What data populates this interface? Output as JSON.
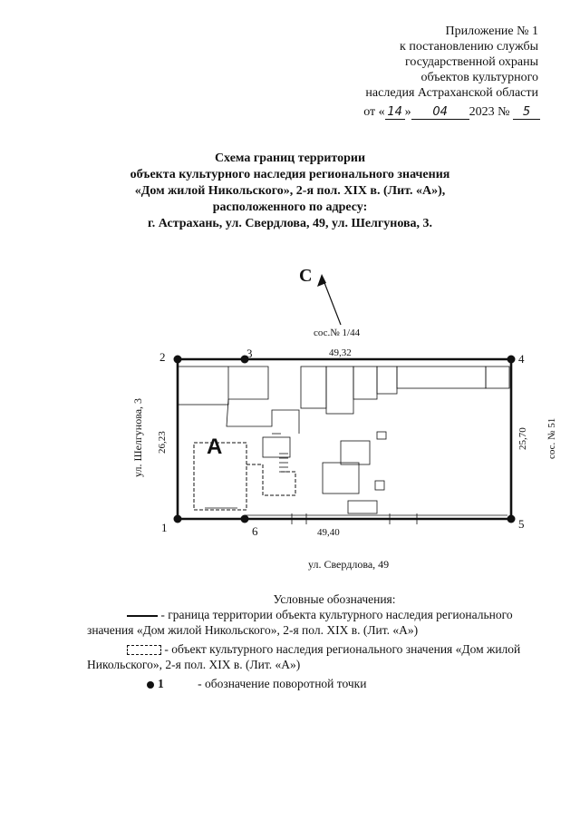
{
  "appendix": {
    "lines": [
      "Приложение № 1",
      "к постановлению службы",
      "государственной охраны",
      "объектов культурного",
      "наследия Астраханской области"
    ],
    "date_prefix": "от «",
    "day": "14",
    "date_mid": "»",
    "month": "04",
    "year_text": "2023 №",
    "number": "5"
  },
  "title": {
    "lines": [
      "Схема границ территории",
      "объекта культурного наследия регионального значения",
      "«Дом жилой Никольского», 2-я пол. XIX в. (Лит. «А»),",
      "расположенного по адресу:",
      "г. Астрахань, ул. Свердлова, 49, ул. Шелгунова, 3."
    ]
  },
  "plan": {
    "north": "С",
    "top_neighbor": "сос.№ 1/44",
    "right_neighbor": "сос. № 51",
    "left_street": "ул. Шелгунова, 3",
    "bottom_street": "ул. Свердлова, 49",
    "dim_top": "49,32",
    "dim_bottom": "49,40",
    "dim_left": "26,23",
    "dim_right": "25,70",
    "building_letter": "А",
    "points": [
      "1",
      "2",
      "3",
      "4",
      "5",
      "6"
    ]
  },
  "legend": {
    "heading": "Условные обозначения:",
    "boundary": "- граница территории объекта культурного наследия регионального значения «Дом жилой Никольского», 2-я пол. XIX в. (Лит. «А»)",
    "object": "- объект культурного наследия регионального значения «Дом жилой Никольского», 2-я пол. XIX в. (Лит. «А»)",
    "point_number": "1",
    "point": "- обозначение поворотной точки"
  }
}
